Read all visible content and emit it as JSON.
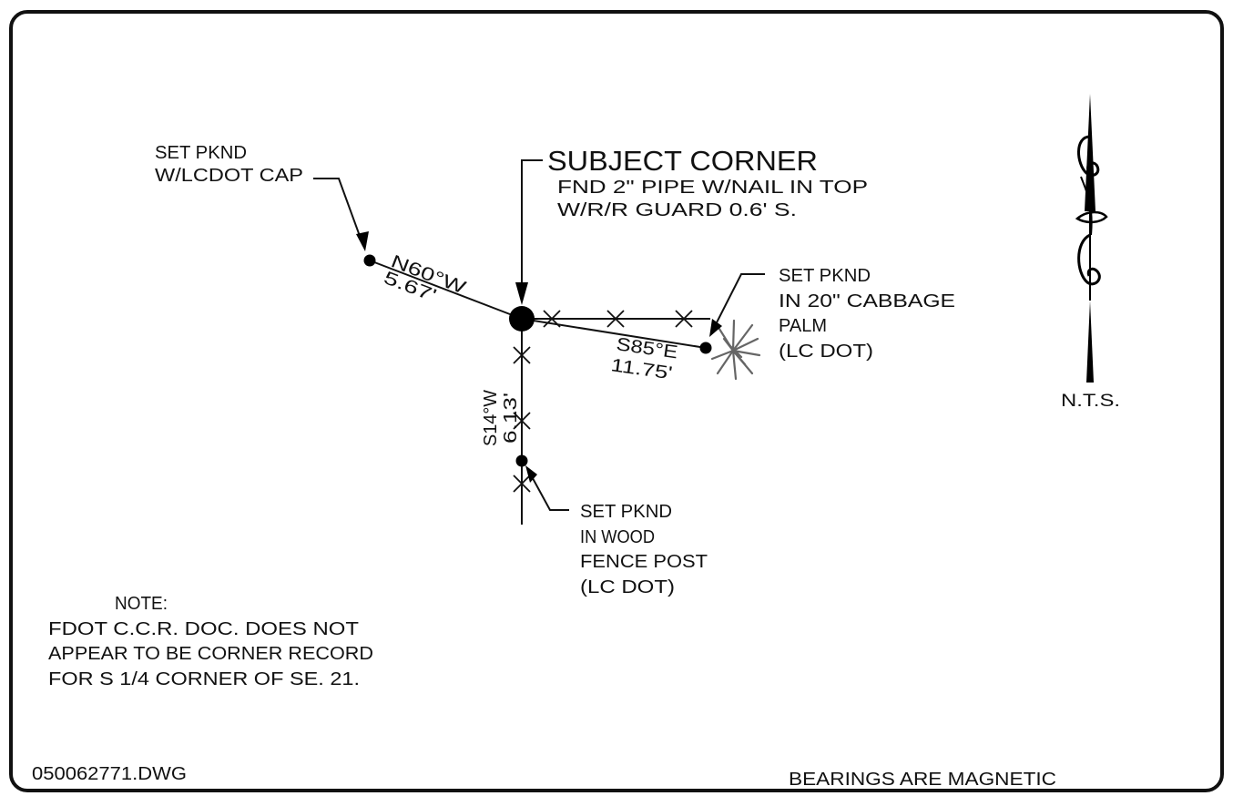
{
  "subject_corner": {
    "title": "SUBJECT CORNER",
    "line1": "FND 2\" PIPE W/NAIL IN TOP",
    "line2": "W/R/R GUARD 0.6' S."
  },
  "set_west": {
    "line1": "SET PKND",
    "line2": "W/LCDOT CAP"
  },
  "set_east": {
    "line1": "SET PKND",
    "line2": "IN 20\" CABBAGE",
    "line3": "PALM",
    "line4": "(LC DOT)"
  },
  "set_south": {
    "line1": "SET PKND",
    "line2": "IN WOOD",
    "line3": "FENCE POST",
    "line4": "(LC DOT)"
  },
  "ties": {
    "nw_bearing": "N60°W",
    "nw_distance": "5.67'",
    "e_bearing": "S85°E",
    "e_distance": "11.75'",
    "s_bearing": "S14°W",
    "s_distance": "6.13'"
  },
  "north_arrow": {
    "scale_label": "N.T.S."
  },
  "note": {
    "heading": "NOTE:",
    "line1": "FDOT C.C.R. DOC. DOES NOT",
    "line2": "APPEAR TO BE CORNER RECORD",
    "line3": "FOR S 1/4 CORNER OF SE. 21."
  },
  "footer": {
    "drawing_file": "050062771.DWG",
    "bearings_note": "BEARINGS ARE MAGNETIC"
  }
}
